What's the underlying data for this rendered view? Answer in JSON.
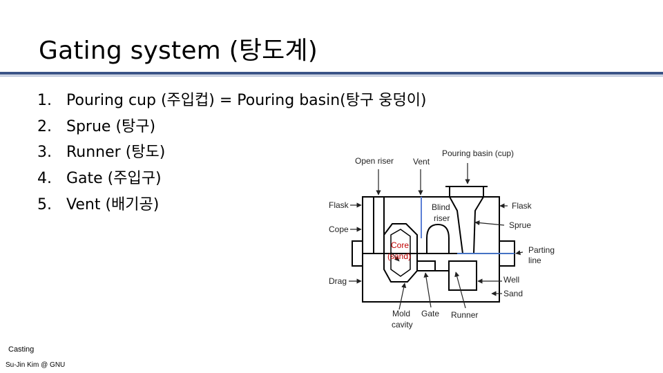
{
  "slide": {
    "title": "Gating system (탕도계)",
    "items": [
      {
        "num": "1.",
        "text": "Pouring cup (주입컵) = Pouring basin(탕구 웅덩이)"
      },
      {
        "num": "2.",
        "text": "Sprue (탕구)"
      },
      {
        "num": "3.",
        "text": "Runner (탕도)"
      },
      {
        "num": "4.",
        "text": "Gate (주입구)"
      },
      {
        "num": "5.",
        "text": "Vent (배기공)"
      }
    ]
  },
  "diagram": {
    "labels": {
      "open_riser": "Open riser",
      "vent": "Vent",
      "pouring_basin": "Pouring basin (cup)",
      "flask_left": "Flask",
      "blind": "Blind",
      "riser": "riser",
      "flask_right": "Flask",
      "sprue": "Sprue",
      "cope": "Cope",
      "core": "Core",
      "sand_core": "(sand)",
      "parting": "Parting",
      "line": "line",
      "drag": "Drag",
      "well": "Well",
      "sand": "Sand",
      "mold": "Mold",
      "cavity": "cavity",
      "gate": "Gate",
      "runner": "Runner"
    },
    "colors": {
      "core_label": "#c00000",
      "parting_line": "#4472c4",
      "vent_line": "#5b7fd6"
    }
  },
  "footer": {
    "course": "Casting",
    "author": "Su-Jin Kim @ GNU"
  }
}
